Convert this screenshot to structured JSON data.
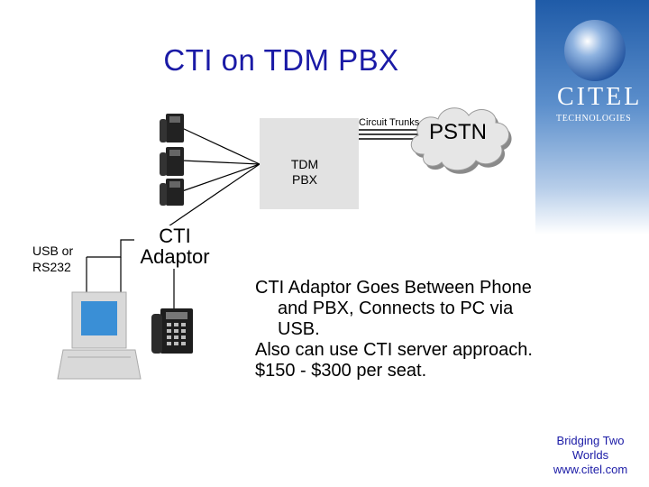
{
  "title": "CTI on TDM PBX",
  "pbx": {
    "label_line1": "TDM",
    "label_line2": "PBX"
  },
  "trunks": {
    "label": "Circuit Trunks"
  },
  "pstn": {
    "label": "PSTN"
  },
  "adaptor": {
    "label_line1": "CTI",
    "label_line2": "Adaptor"
  },
  "link": {
    "label_line1": "USB or",
    "label_line2": "RS232"
  },
  "body": [
    "CTI Adaptor Goes Between Phone and PBX, Connects to PC via USB.",
    "Also can use CTI server approach.",
    "$150 - $300 per seat."
  ],
  "logo": {
    "name": "CITEL",
    "subtitle": "TECHNOLOGIES"
  },
  "footer": {
    "line1": "Bridging Two",
    "line2": "Worlds",
    "url": "www.citel.com"
  },
  "colors": {
    "title": "#1a1aa6",
    "brand_blue": "#1f5ba8",
    "pbx_box": "#e2e2e2"
  }
}
